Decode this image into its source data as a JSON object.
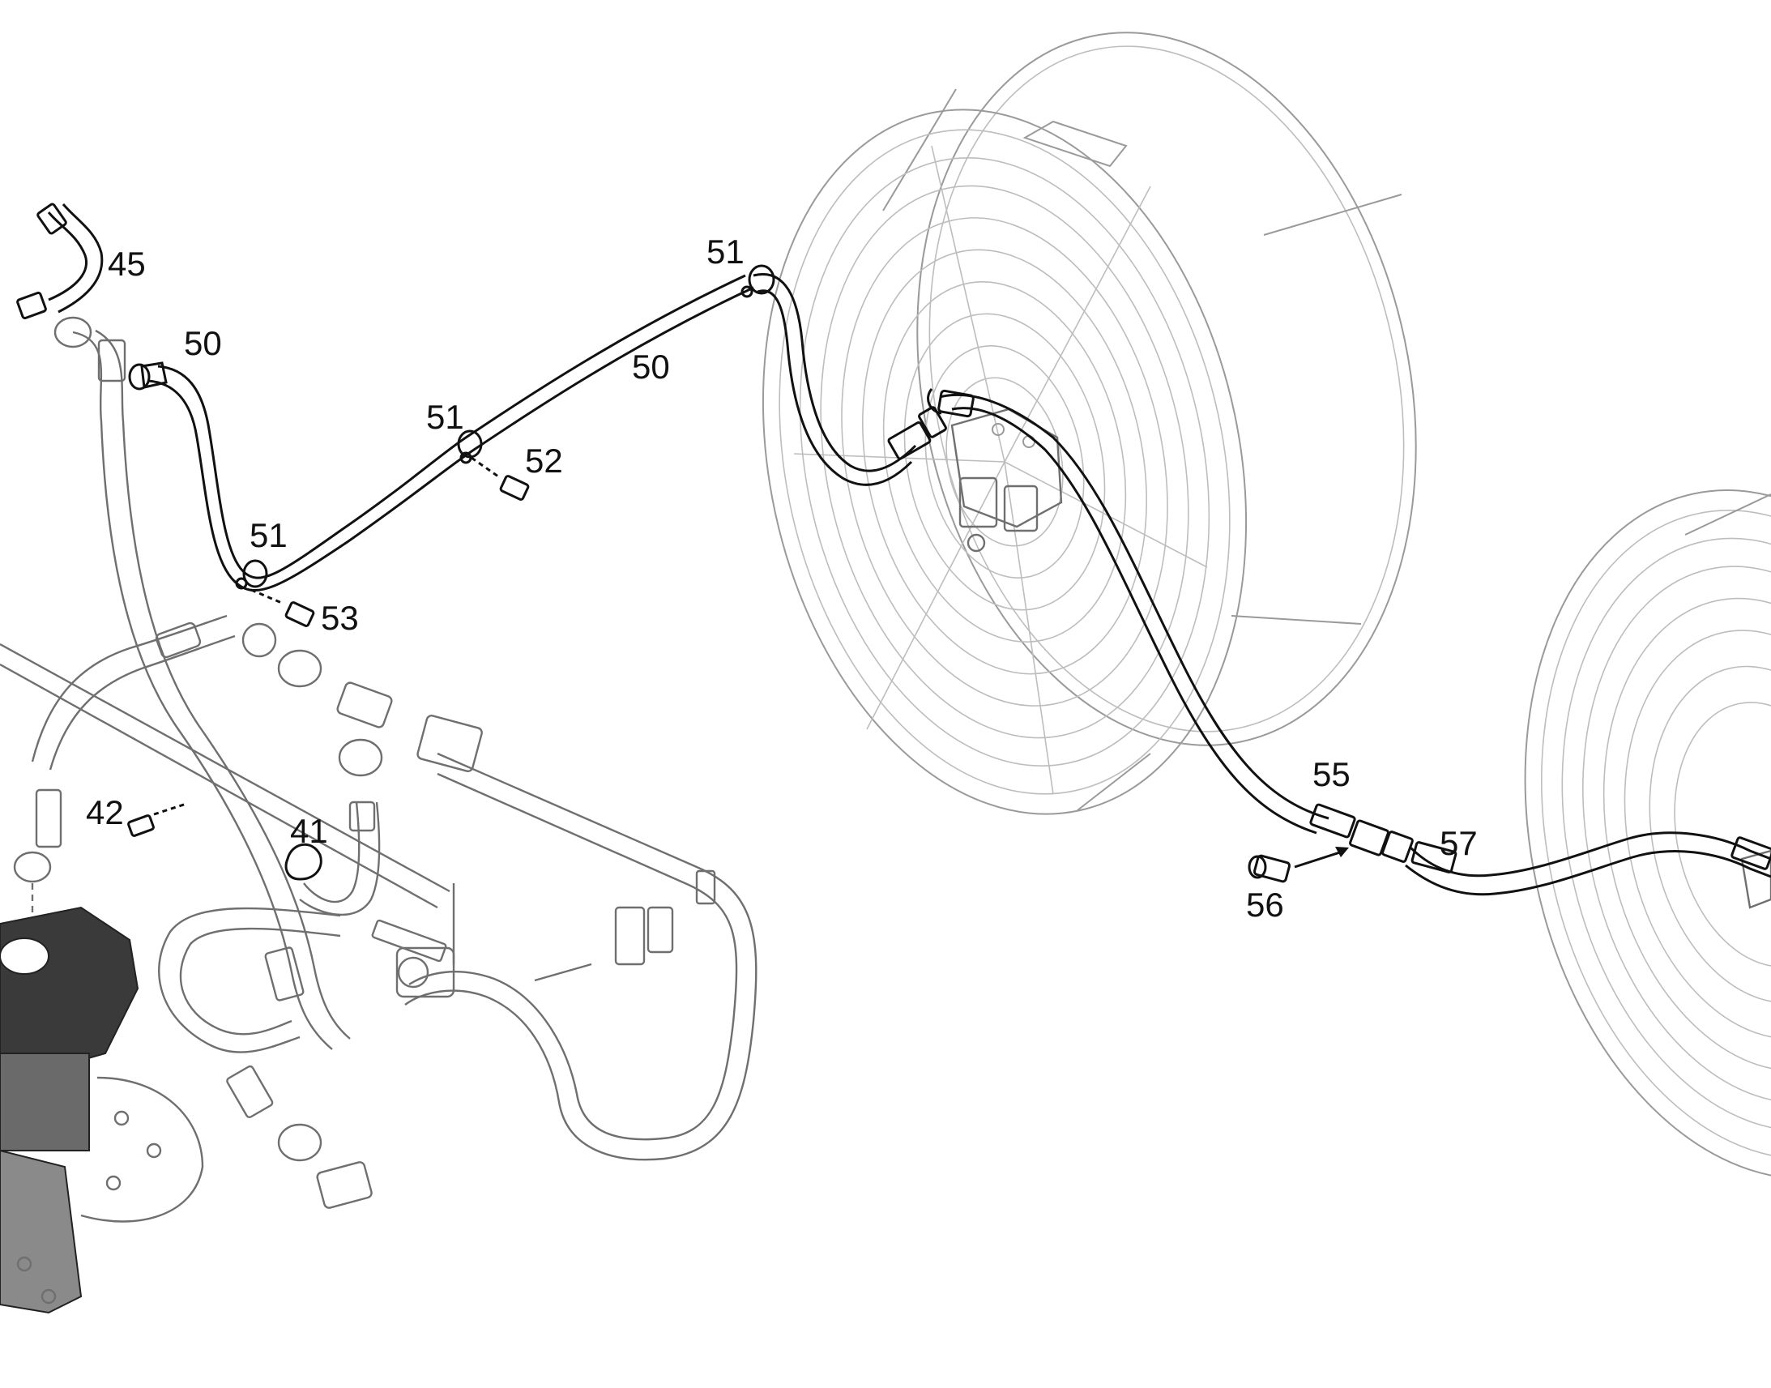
{
  "callouts": {
    "c45": "45",
    "c50_left": "50",
    "c50_mid": "50",
    "c51_left": "51",
    "c51_mid": "51",
    "c51_top": "51",
    "c52": "52",
    "c53": "53",
    "c42": "42",
    "c41": "41",
    "c55": "55",
    "c56": "56",
    "c57": "57"
  }
}
